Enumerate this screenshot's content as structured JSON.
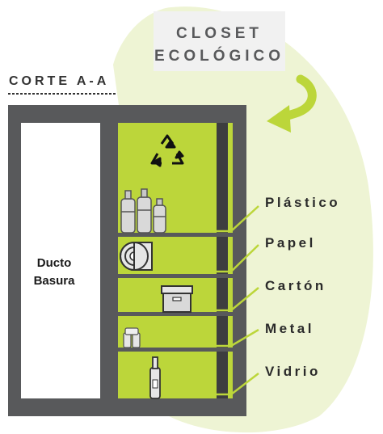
{
  "title": {
    "line1": "CLOSET",
    "line2": "ECOLÓGICO"
  },
  "section_label": "CORTE A-A",
  "duct": {
    "line1": "Ducto",
    "line2": "Basura"
  },
  "categories": [
    {
      "label": "Plástico"
    },
    {
      "label": "Papel"
    },
    {
      "label": "Cartón"
    },
    {
      "label": "Metal"
    },
    {
      "label": "Vidrio"
    }
  ],
  "colors": {
    "accent_green": "#bcd63a",
    "light_green_bg": "#eef4d4",
    "structure_gray": "#58595b",
    "text_dark": "#2a2a2a"
  },
  "icons": [
    "recycle-icon",
    "curved-arrow-icon",
    "bottles-icon",
    "paper-roll-icon",
    "cardboard-box-icon",
    "cans-icon",
    "glass-bottle-icon"
  ]
}
